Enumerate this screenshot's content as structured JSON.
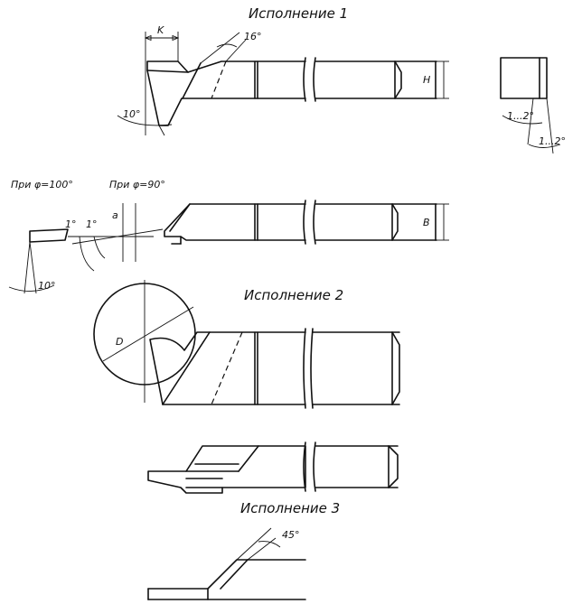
{
  "labels": {
    "variant1": "Исполнение  1",
    "variant2": "Исполнение  2",
    "variant3": "Исполнение  3",
    "k": "K",
    "angle16": "16°",
    "angle10_top": "10°",
    "dimH": "H",
    "angle12a": "1...2°",
    "angle12b": "1...2°",
    "phi100": "При  φ=100°",
    "phi90": "При  φ=90°",
    "angle1a": "1°",
    "angle1b": "1°",
    "dimA": "a",
    "angle10_low": "10°",
    "dimB": "B",
    "dimD": "D",
    "angle45": "45°"
  }
}
